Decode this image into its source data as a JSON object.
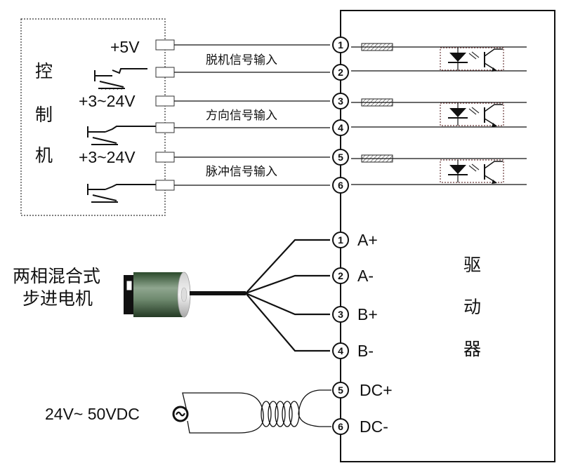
{
  "controller": {
    "chars": [
      "控",
      "制",
      "机"
    ]
  },
  "driver": {
    "chars": [
      "驱",
      "动",
      "器"
    ]
  },
  "voltages": [
    "+5V",
    "+3~24V",
    "+3~24V"
  ],
  "signals": [
    "脱机信号输入",
    "方向信号输入",
    "脉冲信号输入"
  ],
  "signal_pins": [
    "1",
    "2",
    "3",
    "4",
    "5",
    "6"
  ],
  "motor": {
    "line1": "两相混合式",
    "line2": "步进电机"
  },
  "motor_pins": [
    {
      "num": "1",
      "label": "A+"
    },
    {
      "num": "2",
      "label": "A-"
    },
    {
      "num": "3",
      "label": "B+"
    },
    {
      "num": "4",
      "label": "B-"
    }
  ],
  "power": {
    "label": "24V~ 50VDC",
    "symbol": "~",
    "pins": [
      {
        "num": "5",
        "label": "DC+"
      },
      {
        "num": "6",
        "label": "DC-"
      }
    ]
  }
}
